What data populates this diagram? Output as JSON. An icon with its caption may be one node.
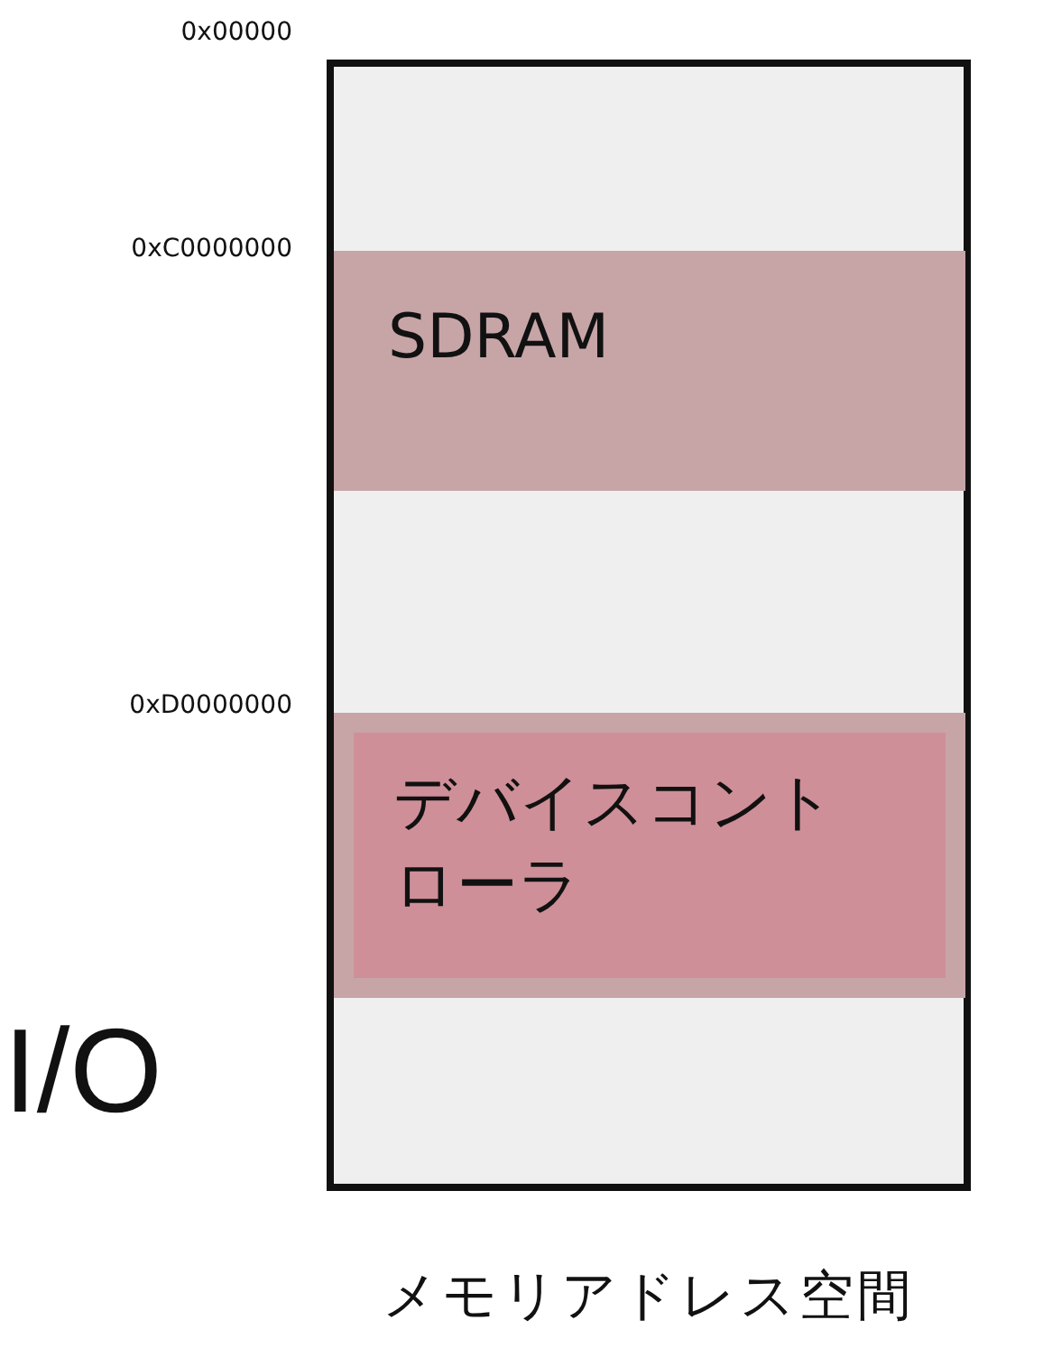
{
  "diagram": {
    "nodes": [
      {
        "text": [],
        "shape": "box",
        "beside": [
          "メモリアドレス空間"
        ]
      },
      {
        "text": [
          "SDRAM"
        ],
        "in": 0
      },
      {
        "text": [
          "デバイスコントローラ"
        ],
        "in": 0
      }
    ],
    "labels": [
      "0x00000",
      "0xC0000000",
      "0xD0000000",
      "I/O"
    ]
  }
}
